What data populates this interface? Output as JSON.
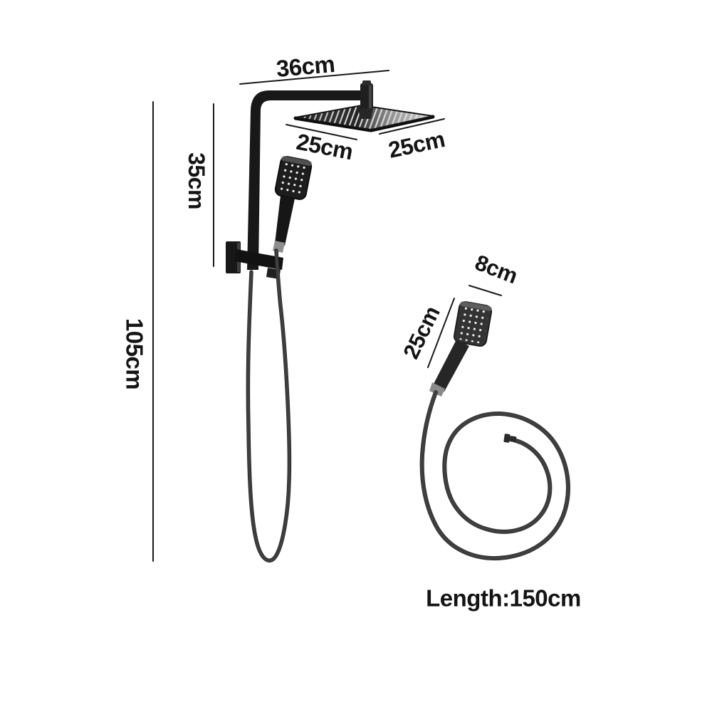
{
  "diagram": {
    "background": "#ffffff",
    "text_color": "#141414",
    "product_color": "#1a1a1a",
    "labels": {
      "arm_length": "36cm",
      "upper_drop": "35cm",
      "rail_height": "105cm",
      "head_side_left": "25cm",
      "head_side_right": "25cm",
      "handset_width": "8cm",
      "handset_length": "25cm",
      "hose_length": "Length:150cm"
    }
  }
}
